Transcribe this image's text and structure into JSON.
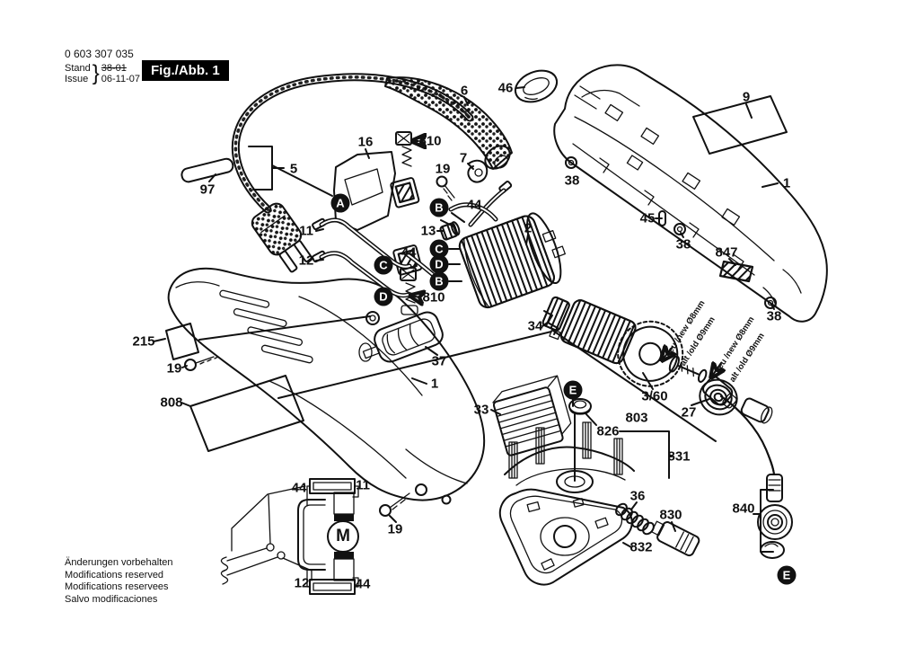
{
  "header": {
    "part_number": "0 603 307 035",
    "stand_label": "Stand",
    "issue_label": "Issue",
    "brace": "}",
    "superseded_date": "38-01",
    "issue_date": "06-11-07",
    "figure_label": "Fig./Abb. 1"
  },
  "shaft_notes": {
    "new": "neu /new Ø8mm",
    "old": "alt /old Ø9mm"
  },
  "circuit": {
    "motor": "M"
  },
  "callouts": [
    "A",
    "B",
    "C",
    "D",
    "C",
    "D",
    "B",
    "E",
    "E"
  ],
  "labels": [
    "97",
    "5",
    "16",
    "810",
    "6",
    "46",
    "9",
    "1",
    "38",
    "45",
    "38",
    "847",
    "38",
    "19",
    "7",
    "44",
    "11",
    "13",
    "2",
    "44",
    "12",
    "810",
    "34",
    "37",
    "215",
    "19",
    "1",
    "808",
    "33",
    "826",
    "831",
    "3/60",
    "803",
    "27",
    "36",
    "830",
    "832",
    "840",
    "19",
    "44",
    "11",
    "12",
    "44"
  ],
  "footer": {
    "lines": [
      "Änderungen vorbehalten",
      "Modifications reserved",
      "Modifications reservees",
      "Salvo modificaciones"
    ]
  }
}
